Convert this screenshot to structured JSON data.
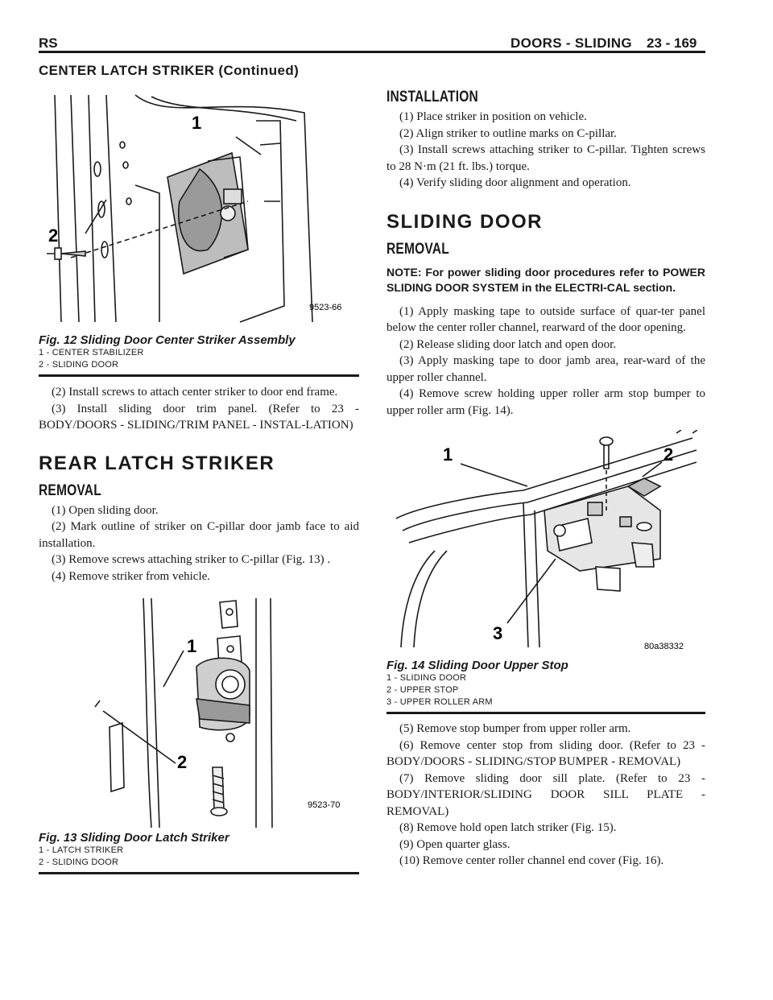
{
  "header": {
    "left": "RS",
    "title": "DOORS - SLIDING",
    "page": "23 - 169"
  },
  "continued": "CENTER LATCH STRIKER (Continued)",
  "fig12": {
    "code": "9523-66",
    "caption": "Fig. 12 Sliding Door Center Striker Assembly",
    "legend": [
      "1 - CENTER STABILIZER",
      "2 - SLIDING DOOR"
    ],
    "callouts": [
      "1",
      "2"
    ]
  },
  "left_text_1": [
    "(2) Install screws to attach center striker to door end frame.",
    "(3) Install sliding door trim panel. (Refer to 23 - BODY/DOORS - SLIDING/TRIM PANEL - INSTAL-LATION)"
  ],
  "rear_latch": {
    "heading": "REAR LATCH STRIKER",
    "removal_heading": "REMOVAL",
    "steps": [
      "(1) Open sliding door.",
      "(2) Mark outline of striker on C-pillar door jamb face to aid installation.",
      "(3) Remove screws attaching striker to C-pillar (Fig. 13) .",
      "(4) Remove striker from vehicle."
    ]
  },
  "fig13": {
    "code": "9523-70",
    "caption": "Fig. 13 Sliding Door Latch Striker",
    "legend": [
      "1 - LATCH STRIKER",
      "2 - SLIDING DOOR"
    ],
    "callouts": [
      "1",
      "2"
    ]
  },
  "installation": {
    "heading": "INSTALLATION",
    "steps": [
      "(1) Place striker in position on vehicle.",
      "(2) Align striker to outline marks on C-pillar.",
      "(3) Install screws attaching striker to C-pillar. Tighten screws to 28 N·m (21 ft. lbs.) torque.",
      "(4) Verify sliding door alignment and operation."
    ]
  },
  "sliding_door": {
    "heading": "SLIDING DOOR",
    "removal_heading": "REMOVAL",
    "note": "NOTE: For power sliding door procedures refer to POWER SLIDING DOOR SYSTEM in the ELECTRI-CAL section.",
    "steps": [
      "(1) Apply masking tape to outside surface of quar-ter panel below the center roller channel, rearward of the door opening.",
      "(2) Release sliding door latch and open door.",
      "(3) Apply masking tape to door jamb area, rear-ward of the upper roller channel.",
      "(4) Remove screw holding upper roller arm stop bumper to upper roller arm (Fig. 14)."
    ],
    "steps2": [
      "(5) Remove stop bumper from upper roller arm.",
      "(6) Remove center stop from sliding door. (Refer to 23 - BODY/DOORS - SLIDING/STOP BUMPER - REMOVAL)",
      "(7) Remove sliding door sill plate. (Refer to 23 - BODY/INTERIOR/SLIDING DOOR SILL PLATE - REMOVAL)",
      "(8) Remove hold open latch striker (Fig. 15).",
      "(9) Open quarter glass.",
      "(10) Remove center roller channel end cover (Fig. 16)."
    ]
  },
  "fig14": {
    "code": "80a38332",
    "caption": "Fig. 14 Sliding Door Upper Stop",
    "legend": [
      "1 - SLIDING DOOR",
      "2 - UPPER STOP",
      "3 - UPPER ROLLER ARM"
    ],
    "callouts": [
      "1",
      "2",
      "3"
    ]
  }
}
